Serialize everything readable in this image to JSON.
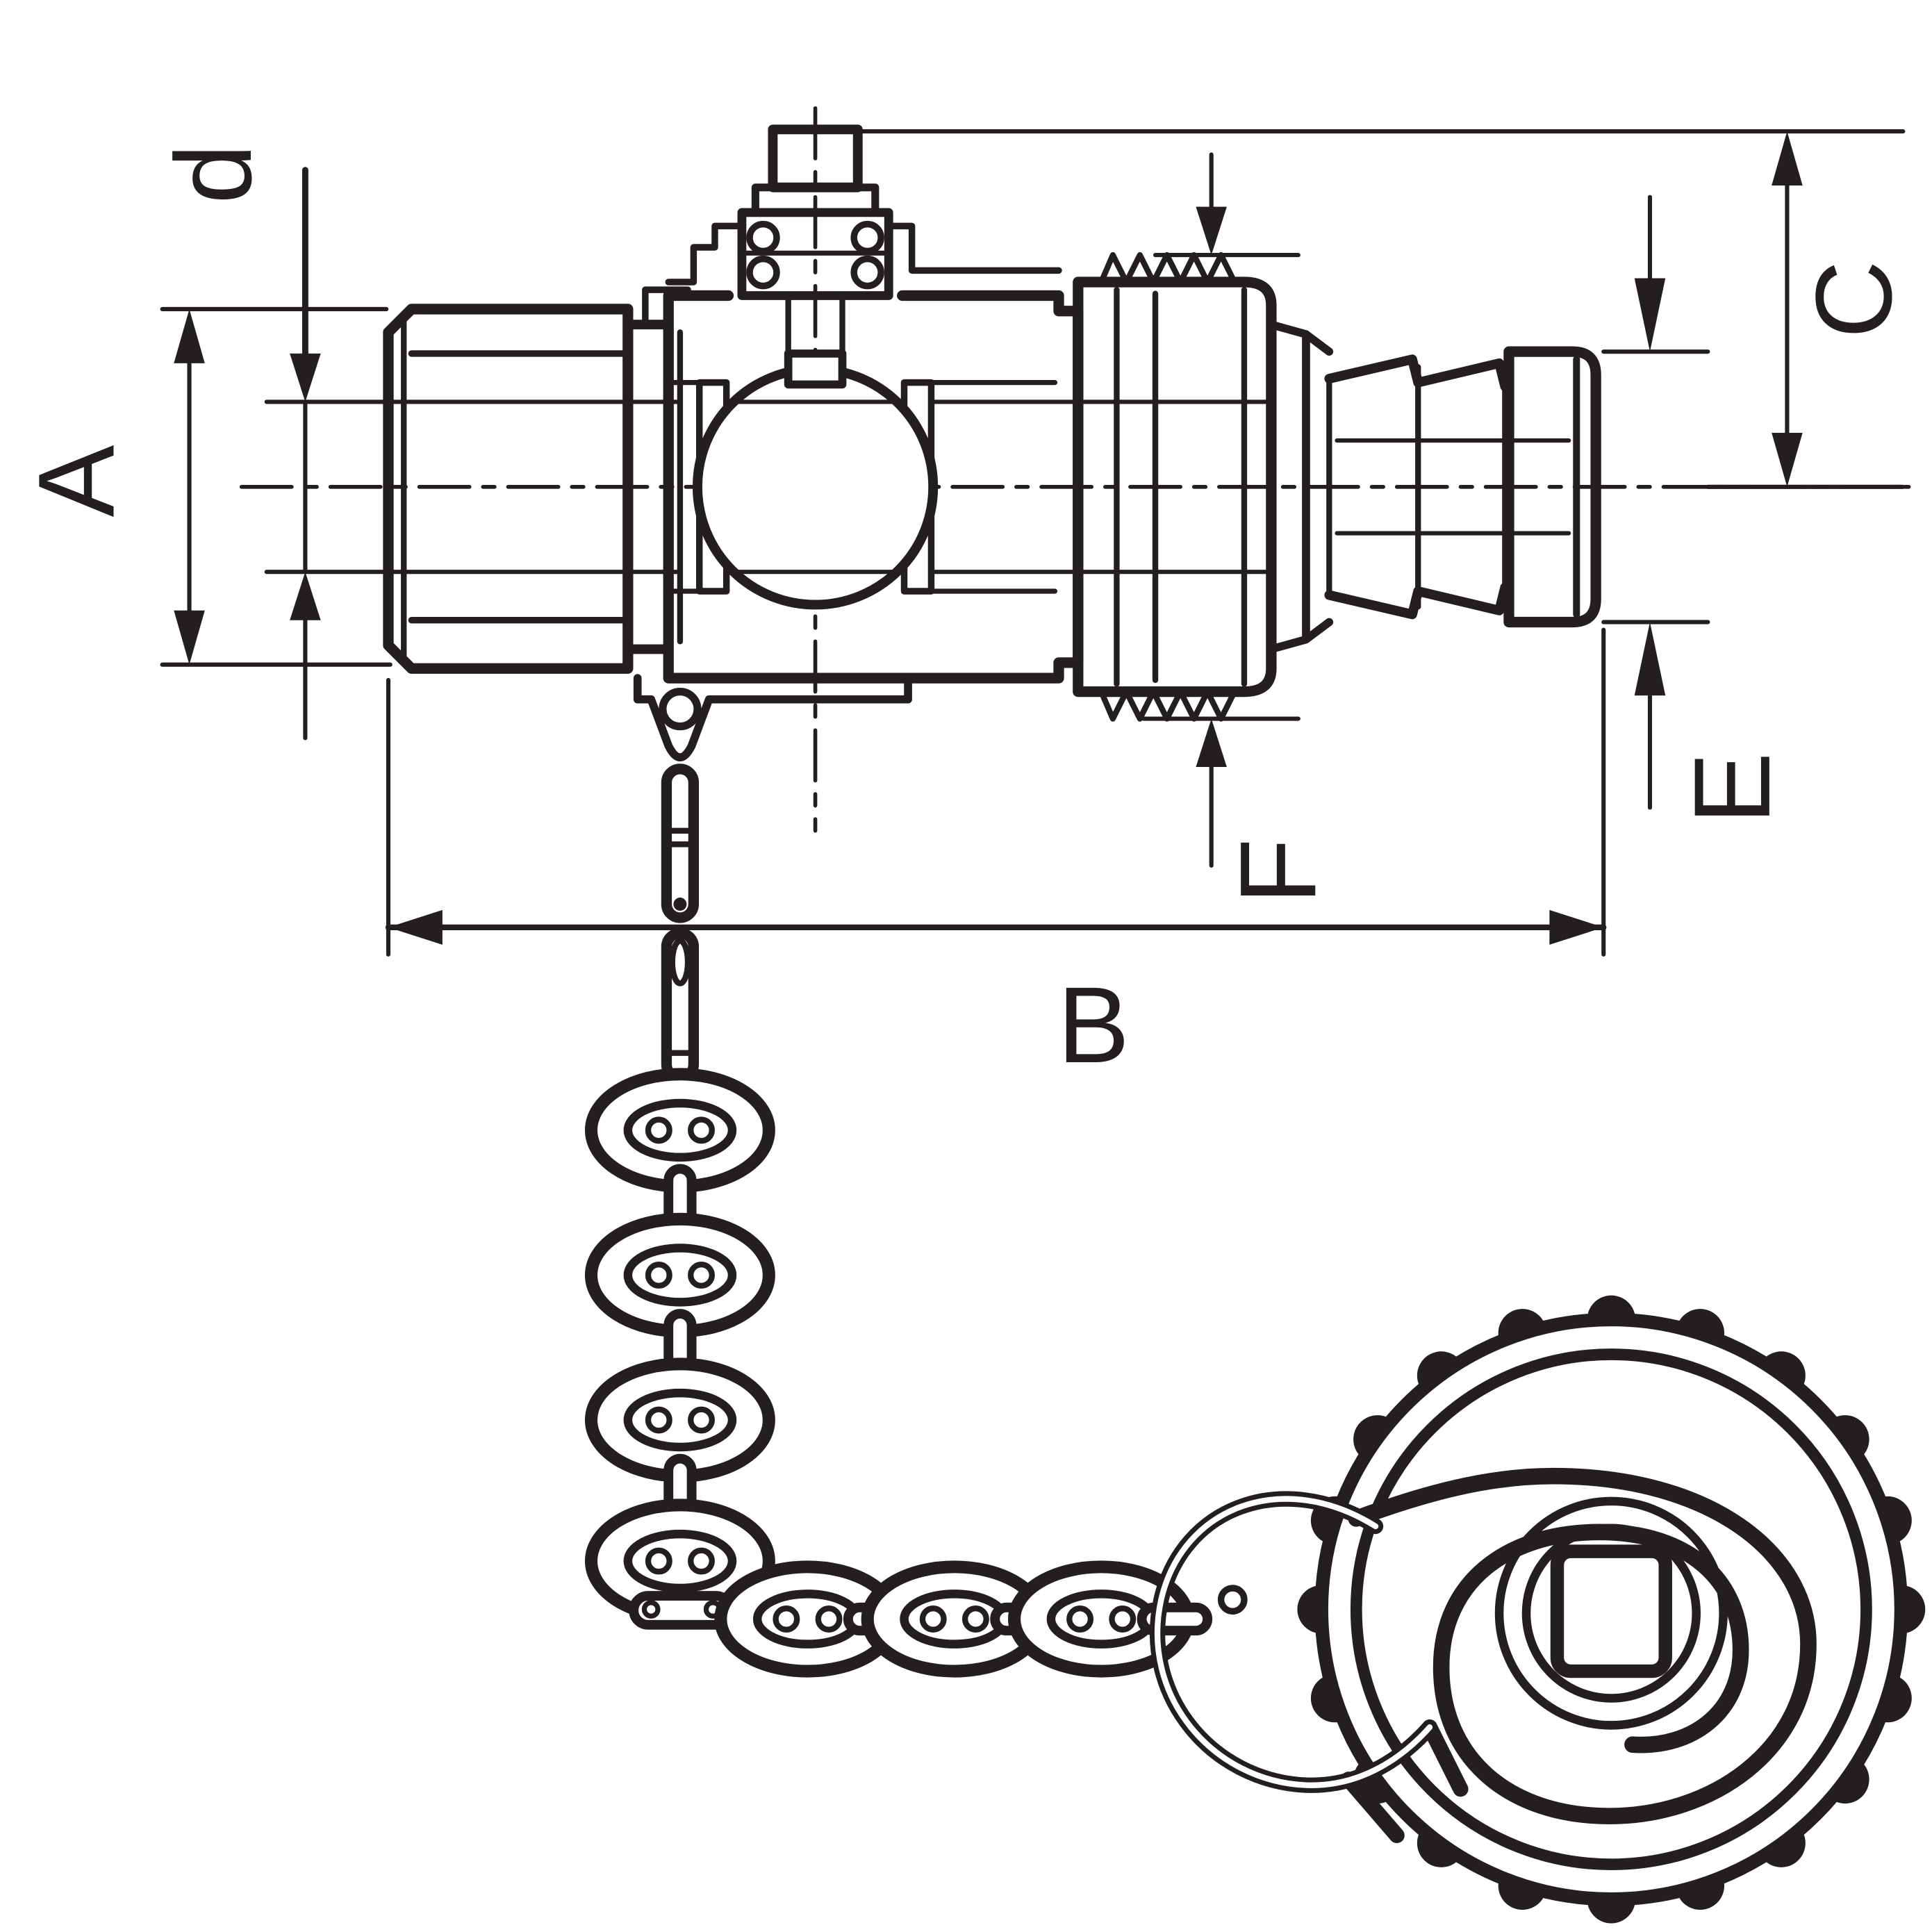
{
  "figure": {
    "title": "Hose coupling ball-valve fitting - dimensioned technical drawing",
    "colors": {
      "ink": "#231f20",
      "background": "#ffffff"
    },
    "labels": {
      "d": "d",
      "A": "A",
      "B": "B",
      "C": "C",
      "E": "E",
      "F": "F"
    }
  }
}
